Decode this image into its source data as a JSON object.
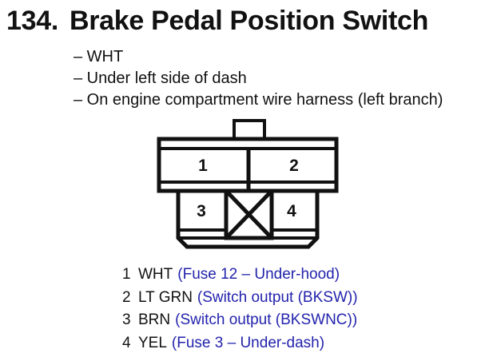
{
  "header": {
    "number": "134.",
    "title": "Brake Pedal Position Switch"
  },
  "notes": [
    "– WHT",
    "– Under left side of dash",
    "– On engine compartment wire harness (left branch)"
  ],
  "connector": {
    "cavity1": "1",
    "cavity2": "2",
    "cavity3": "3",
    "cavity4": "4"
  },
  "pins": [
    {
      "num": "1",
      "color": "WHT",
      "desc": "(Fuse 12 – Under-hood)"
    },
    {
      "num": "2",
      "color": "LT GRN",
      "desc": "(Switch output (BKSW))"
    },
    {
      "num": "3",
      "color": "BRN",
      "desc": "(Switch output (BKSWNC))"
    },
    {
      "num": "4",
      "color": "YEL",
      "desc": "(Fuse 3 – Under-dash)"
    }
  ],
  "colors": {
    "text_black": "#111111",
    "accent_blue": "#2323ad",
    "background": "#ffffff"
  }
}
